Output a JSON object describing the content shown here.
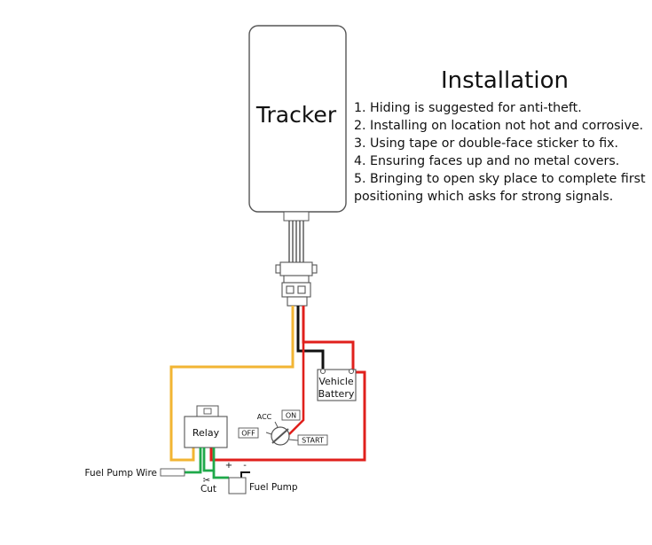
{
  "tracker": {
    "label": "Tracker"
  },
  "instructions": {
    "title": "Installation",
    "lines": [
      "1. Hiding is suggested for anti-theft.",
      "2. Installing on location not hot and corrosive.",
      "3. Using tape or double-face sticker to fix.",
      "4. Ensuring faces up and no metal covers.",
      "5. Bringing to open sky place to complete first",
      "positioning which asks for strong signals."
    ]
  },
  "battery": {
    "line1": "Vehicle",
    "line2": "Battery"
  },
  "relay": {
    "label": "Relay"
  },
  "ignition": {
    "acc": "ACC",
    "on": "ON",
    "off": "OFF",
    "start": "START"
  },
  "fuel": {
    "wire_label": "Fuel Pump Wire",
    "pump_label": "Fuel Pump",
    "cut_label": "Cut",
    "plus": "+",
    "minus": "-"
  },
  "colors": {
    "yellow_wire": "#f2b533",
    "red_wire": "#e0201c",
    "black_wire": "#111111",
    "green_wire": "#1fa94a",
    "outline": "#555555"
  }
}
